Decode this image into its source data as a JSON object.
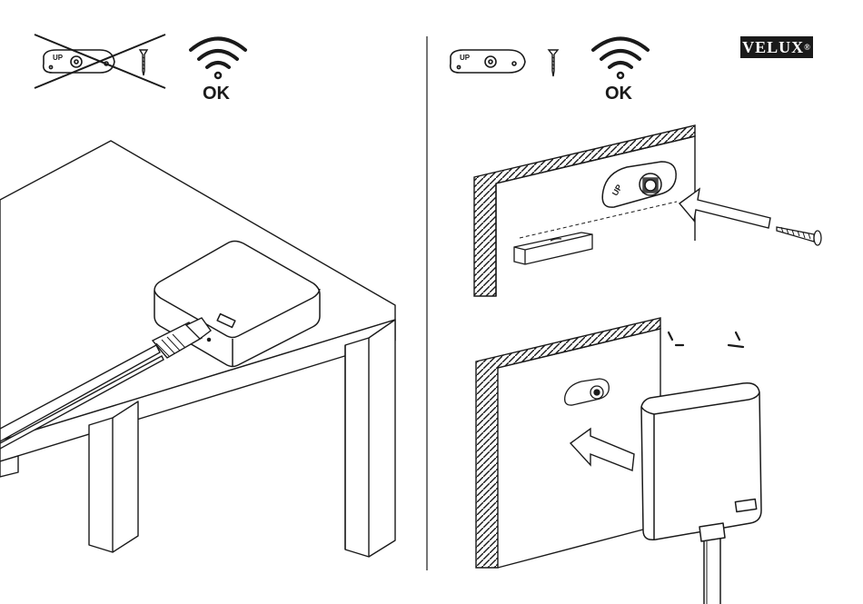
{
  "brand": {
    "logo_text": "VELUX",
    "logo_mark": "®"
  },
  "left_panel": {
    "wifi_status": "OK",
    "bracket_label": "UP",
    "wall_mount": "not-used"
  },
  "right_panel": {
    "wifi_status": "OK",
    "bracket_label": "UP",
    "wall_mount": "used"
  },
  "icons": [
    "wifi-icon",
    "wall-bracket-icon",
    "screw-icon",
    "cross-out-icon",
    "arrow-icon",
    "velux-logo"
  ],
  "colors": {
    "ink": "#1a1a1a",
    "background": "#ffffff"
  }
}
